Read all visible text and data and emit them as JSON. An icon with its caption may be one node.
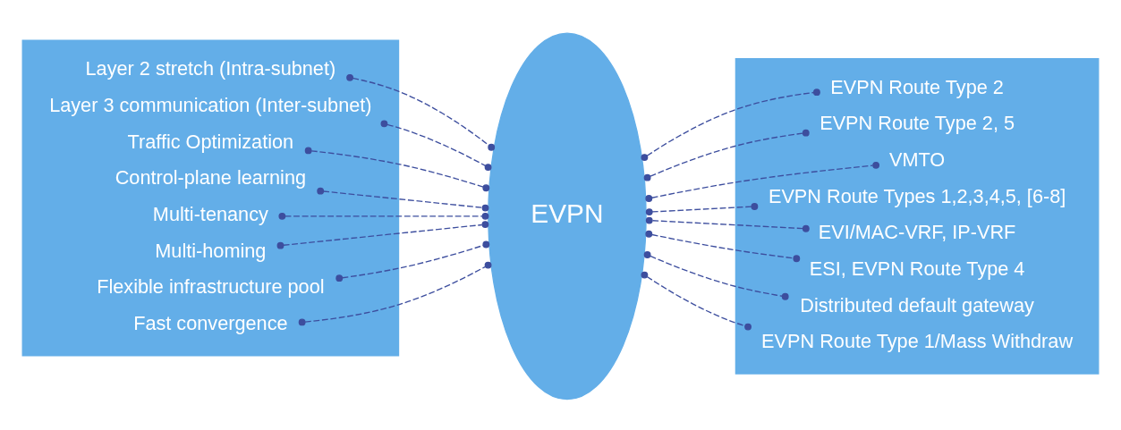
{
  "diagram": {
    "nodes": [
      {
        "text": [],
        "shape": "box"
      },
      {
        "text": [
          "Layer 2 stretch (Intra-subnet)"
        ],
        "in": 0
      },
      {
        "text": [
          "Layer 3 communication (Inter-subnet)"
        ],
        "in": 0
      },
      {
        "text": [
          "Traffic Optimization"
        ],
        "in": 0
      },
      {
        "text": [
          "Control-plane learning"
        ],
        "in": 0
      },
      {
        "text": [
          "Multi-tenancy"
        ],
        "in": 0
      },
      {
        "text": [
          "Multi-homing"
        ],
        "in": 0
      },
      {
        "text": [
          "Flexible infrastructure pool"
        ],
        "in": 0
      },
      {
        "text": [
          "Fast convergence"
        ],
        "in": 0
      },
      {
        "text": [
          "EVPN"
        ]
      },
      {
        "text": [],
        "shape": "box"
      },
      {
        "text": [
          "EVPN Route Type 2"
        ],
        "in": 10
      },
      {
        "text": [
          "EVPN Route Type 2, 5"
        ],
        "in": 10
      },
      {
        "text": [
          "VMTO"
        ],
        "in": 10
      },
      {
        "text": [
          "EVPN Route Types 1,2,3,4,5, [6-8]"
        ],
        "in": 10
      },
      {
        "text": [
          "EVI/MAC-VRF, IP-VRF"
        ],
        "in": 10
      },
      {
        "text": [
          "ESI, EVPN Route Type 4"
        ],
        "in": 10
      },
      {
        "text": [
          "Distributed default gateway"
        ],
        "in": 10
      },
      {
        "text": [
          "EVPN Route Type 1/Mass Withdraw"
        ],
        "in": 10
      }
    ],
    "edges": [
      {
        "from": 1,
        "to": 9,
        "arrow": "other",
        "style": "dashed"
      },
      {
        "from": 2,
        "to": 9,
        "arrow": "other",
        "style": "dashed"
      },
      {
        "from": 3,
        "to": 9,
        "arrow": "other",
        "style": "dashed"
      },
      {
        "from": 4,
        "to": 9,
        "arrow": "other",
        "style": "dashed"
      },
      {
        "from": 5,
        "to": 9,
        "arrow": "other",
        "style": "dashed"
      },
      {
        "from": 6,
        "to": 9,
        "arrow": "other",
        "style": "dashed"
      },
      {
        "from": 7,
        "to": 9,
        "arrow": "other",
        "style": "dashed"
      },
      {
        "from": 8,
        "to": 9,
        "arrow": "other",
        "style": "dashed"
      },
      {
        "from": 9,
        "to": 11,
        "arrow": "other",
        "style": "dashed"
      },
      {
        "from": 9,
        "to": 12,
        "arrow": "other",
        "style": "dashed"
      },
      {
        "from": 9,
        "to": 13,
        "arrow": "other",
        "style": "dashed"
      },
      {
        "from": 9,
        "to": 14,
        "arrow": "other",
        "style": "dashed"
      },
      {
        "from": 9,
        "to": 15,
        "arrow": "other",
        "style": "dashed"
      },
      {
        "from": 9,
        "to": 16,
        "arrow": "other",
        "style": "dashed"
      },
      {
        "from": 9,
        "to": 17,
        "arrow": "other",
        "style": "dashed"
      },
      {
        "from": 9,
        "to": 18,
        "arrow": "other",
        "style": "dashed"
      }
    ]
  }
}
